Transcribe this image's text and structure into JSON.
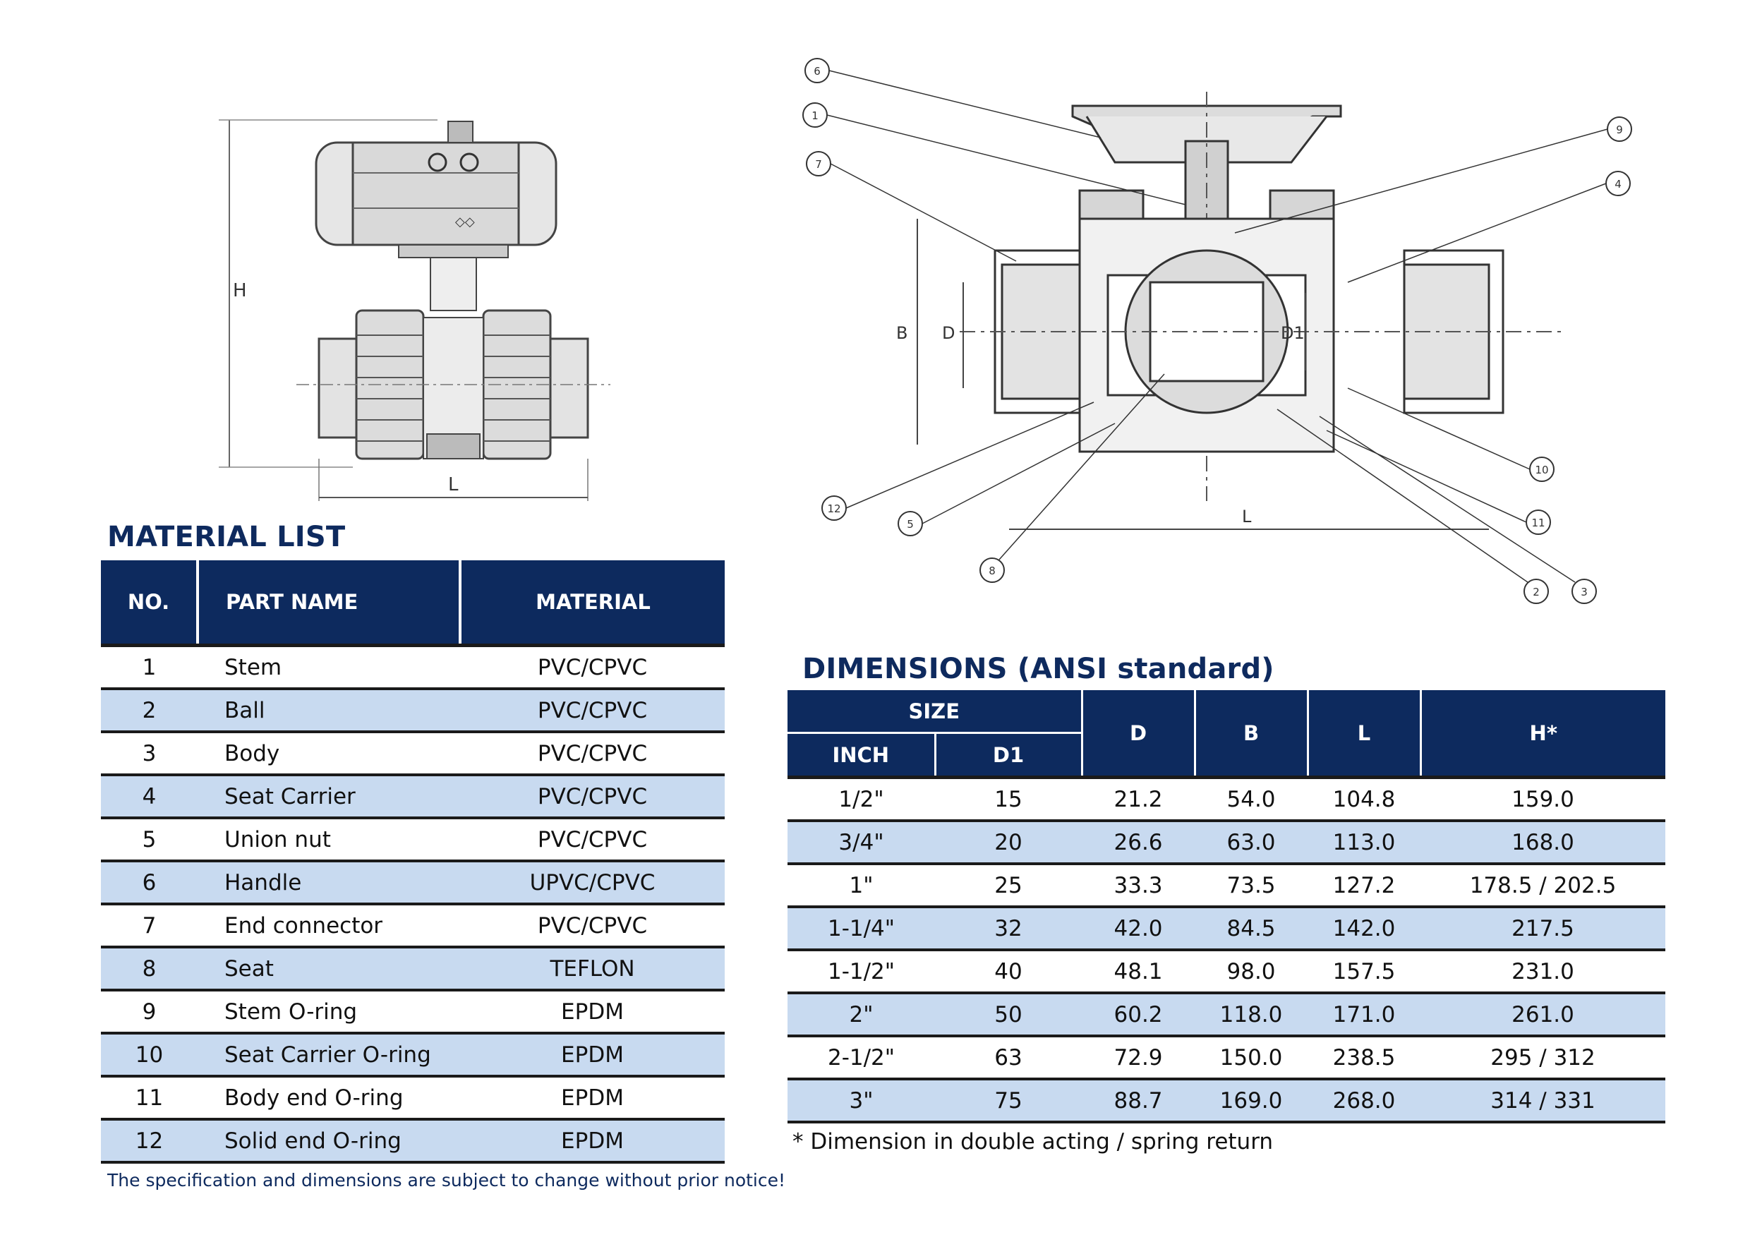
{
  "material_list": {
    "title": "MATERIAL LIST",
    "headers": {
      "no": "NO.",
      "part": "PART NAME",
      "material": "MATERIAL"
    },
    "rows": [
      {
        "no": "1",
        "part": "Stem",
        "material": "PVC/CPVC"
      },
      {
        "no": "2",
        "part": "Ball",
        "material": "PVC/CPVC"
      },
      {
        "no": "3",
        "part": "Body",
        "material": "PVC/CPVC"
      },
      {
        "no": "4",
        "part": "Seat Carrier",
        "material": "PVC/CPVC"
      },
      {
        "no": "5",
        "part": "Union nut",
        "material": "PVC/CPVC"
      },
      {
        "no": "6",
        "part": "Handle",
        "material": "UPVC/CPVC"
      },
      {
        "no": "7",
        "part": "End connector",
        "material": "PVC/CPVC"
      },
      {
        "no": "8",
        "part": "Seat",
        "material": "TEFLON"
      },
      {
        "no": "9",
        "part": "Stem O-ring",
        "material": "EPDM"
      },
      {
        "no": "10",
        "part": "Seat Carrier O-ring",
        "material": "EPDM"
      },
      {
        "no": "11",
        "part": "Body end O-ring",
        "material": "EPDM"
      },
      {
        "no": "12",
        "part": "Solid end O-ring",
        "material": "EPDM"
      }
    ],
    "notice": "The specification and dimensions are subject to change without prior notice!"
  },
  "dimensions": {
    "title": "DIMENSIONS (ANSI standard)",
    "headers": {
      "size": "SIZE",
      "inch": "INCH",
      "d1": "D1",
      "d": "D",
      "b": "B",
      "l": "L",
      "h": "H*"
    },
    "rows": [
      {
        "inch": "1/2\"",
        "d1": "15",
        "d": "21.2",
        "b": "54.0",
        "l": "104.8",
        "h": "159.0"
      },
      {
        "inch": "3/4\"",
        "d1": "20",
        "d": "26.6",
        "b": "63.0",
        "l": "113.0",
        "h": "168.0"
      },
      {
        "inch": "1\"",
        "d1": "25",
        "d": "33.3",
        "b": "73.5",
        "l": "127.2",
        "h": "178.5 / 202.5"
      },
      {
        "inch": "1-1/4\"",
        "d1": "32",
        "d": "42.0",
        "b": "84.5",
        "l": "142.0",
        "h": "217.5"
      },
      {
        "inch": "1-1/2\"",
        "d1": "40",
        "d": "48.1",
        "b": "98.0",
        "l": "157.5",
        "h": "231.0"
      },
      {
        "inch": "2\"",
        "d1": "50",
        "d": "60.2",
        "b": "118.0",
        "l": "171.0",
        "h": "261.0"
      },
      {
        "inch": "2-1/2\"",
        "d1": "63",
        "d": "72.9",
        "b": "150.0",
        "l": "238.5",
        "h": "295 / 312"
      },
      {
        "inch": "3\"",
        "d1": "75",
        "d": "88.7",
        "b": "169.0",
        "l": "268.0",
        "h": "314 / 331"
      }
    ],
    "footnote": "* Dimension in double acting / spring return"
  },
  "actuator_drawing": {
    "h_label": "H",
    "l_label": "L"
  },
  "section_drawing": {
    "labels": {
      "b": "B",
      "d": "D",
      "d1": "D1",
      "l": "L"
    },
    "callouts": [
      "1",
      "2",
      "3",
      "4",
      "5",
      "6",
      "7",
      "8",
      "9",
      "10",
      "11",
      "12"
    ]
  },
  "colors": {
    "navy": "#0d2a5e",
    "row_alt": "#c8daf0"
  }
}
